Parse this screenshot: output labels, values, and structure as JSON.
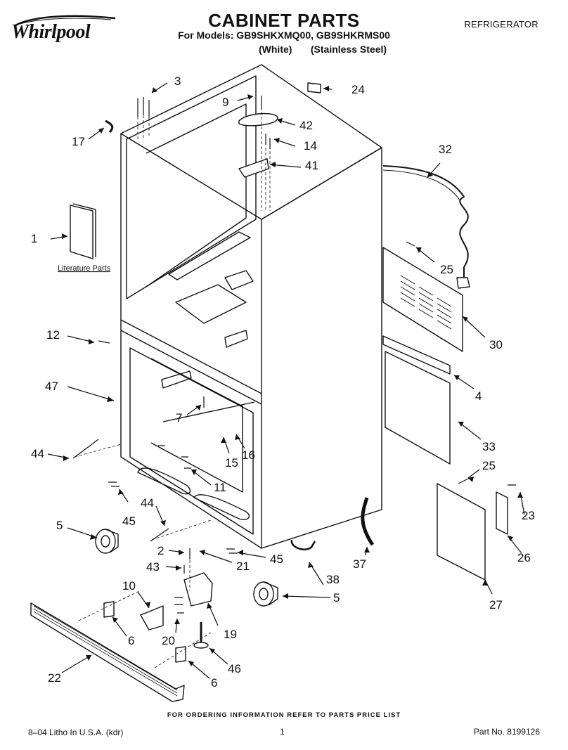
{
  "header": {
    "brand": "Whirlpool",
    "title": "CABINET PARTS",
    "models_line": "For Models: GB9SHKXMQ00, GB9SHKRMS00",
    "variant_white": "(White)",
    "variant_stainless": "(Stainless Steel)",
    "category": "REFRIGERATOR"
  },
  "diagram": {
    "literature_label": "Literature Parts",
    "callouts": [
      "1",
      "2",
      "3",
      "4",
      "5",
      "5",
      "6",
      "6",
      "7",
      "9",
      "10",
      "11",
      "12",
      "14",
      "15",
      "16",
      "17",
      "19",
      "20",
      "21",
      "22",
      "23",
      "24",
      "25",
      "25",
      "26",
      "27",
      "30",
      "32",
      "33",
      "37",
      "38",
      "41",
      "42",
      "43",
      "44",
      "44",
      "45",
      "45",
      "46",
      "47"
    ]
  },
  "footer": {
    "ordering": "FOR ORDERING INFORMATION REFER TO PARTS PRICE LIST",
    "litho": "8–04 Litho In U.S.A. (kdr)",
    "page": "1",
    "part_no": "Part No. 8199126"
  }
}
